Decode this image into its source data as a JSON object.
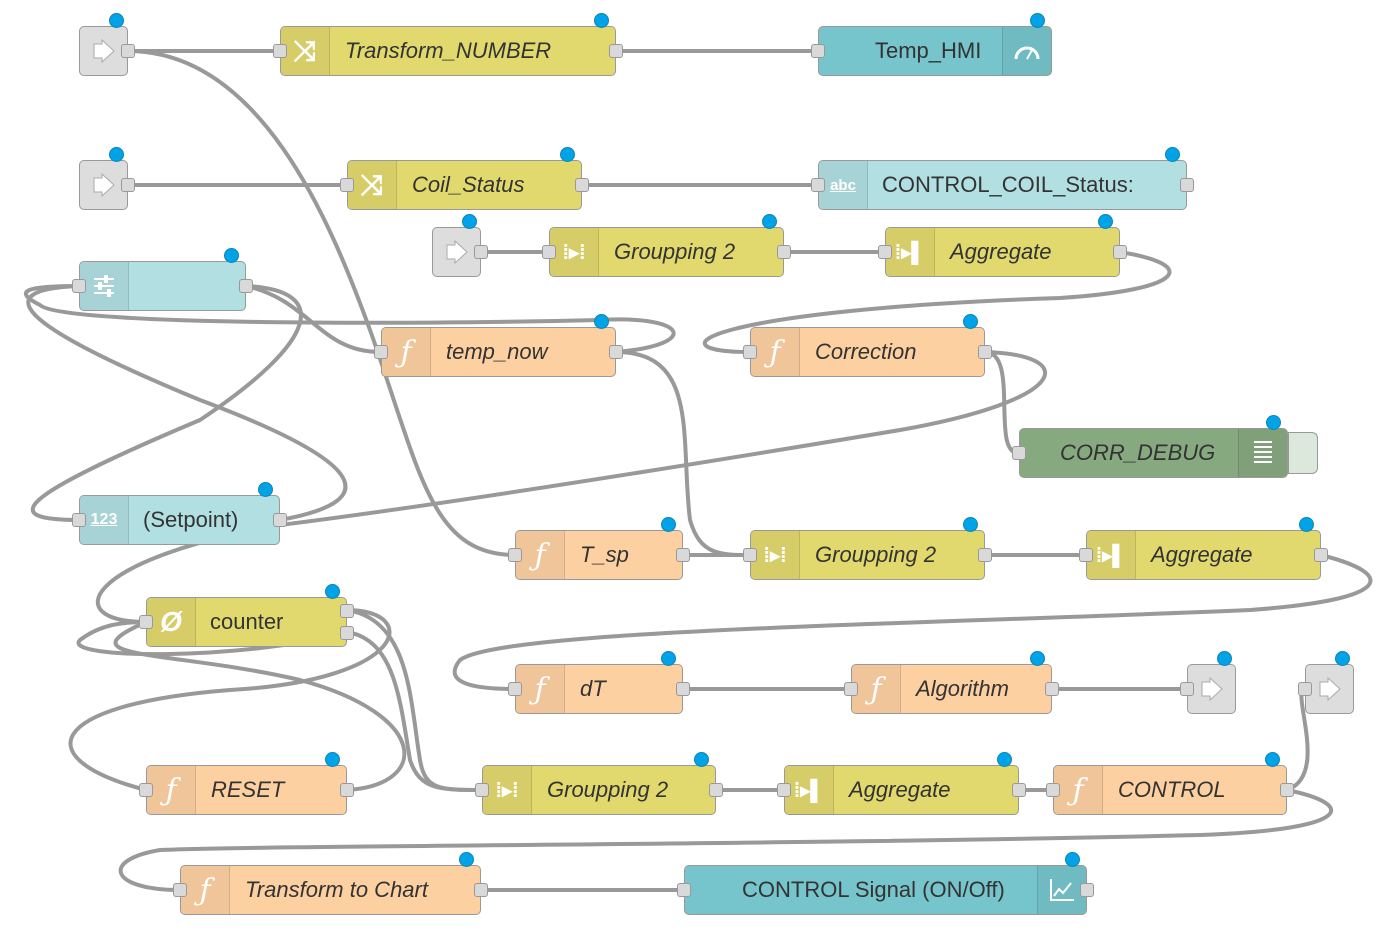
{
  "colors": {
    "change": "#e2d96e",
    "function": "#fdd0a2",
    "dashboard_dark": "#77c5cc",
    "dashboard_light": "#b1dfe2",
    "debug": "#87a980",
    "link": "#dddddd",
    "wire": "#999999",
    "status_dot": "#00a3e8"
  },
  "nodes": {
    "link1": {
      "label": "",
      "icon": "link-out-icon"
    },
    "transform_number": {
      "label": "Transform_NUMBER",
      "icon": "shuffle-icon"
    },
    "temp_hmi": {
      "label": "Temp_HMI",
      "icon": "gauge-icon"
    },
    "link2": {
      "label": "",
      "icon": "link-out-icon"
    },
    "coil_status": {
      "label": "Coil_Status",
      "icon": "shuffle-icon"
    },
    "control_coil_status": {
      "label": "CONTROL_COIL_Status:",
      "icon": "text-abc-icon"
    },
    "link3": {
      "label": "",
      "icon": "link-out-icon"
    },
    "groupping_a": {
      "label": "Groupping 2",
      "icon": "join-icon"
    },
    "aggregate_a": {
      "label": "Aggregate",
      "icon": "aggregate-icon"
    },
    "slider": {
      "label": "",
      "icon": "slider-icon"
    },
    "temp_now": {
      "label": "temp_now",
      "icon": "function-icon"
    },
    "correction": {
      "label": "Correction",
      "icon": "function-icon"
    },
    "corr_debug": {
      "label": "CORR_DEBUG",
      "icon": "list-icon"
    },
    "setpoint": {
      "label": "(Setpoint)",
      "icon": "numeric-123-icon"
    },
    "t_sp": {
      "label": "T_sp",
      "icon": "function-icon"
    },
    "groupping_b": {
      "label": "Groupping 2",
      "icon": "join-icon"
    },
    "aggregate_b": {
      "label": "Aggregate",
      "icon": "aggregate-icon"
    },
    "counter": {
      "label": "counter",
      "icon": "counter-icon"
    },
    "dt": {
      "label": "dT",
      "icon": "function-icon"
    },
    "algorithm": {
      "label": "Algorithm",
      "icon": "function-icon"
    },
    "link4": {
      "label": "",
      "icon": "link-out-icon"
    },
    "link5": {
      "label": "",
      "icon": "link-out-icon"
    },
    "reset": {
      "label": "RESET",
      "icon": "function-icon"
    },
    "groupping_c": {
      "label": "Groupping 2",
      "icon": "join-icon"
    },
    "aggregate_c": {
      "label": "Aggregate",
      "icon": "aggregate-icon"
    },
    "control": {
      "label": "CONTROL",
      "icon": "function-icon"
    },
    "transform_chart": {
      "label": "Transform to Chart",
      "icon": "function-icon"
    },
    "control_signal": {
      "label": "CONTROL Signal (ON/Off)",
      "icon": "chart-icon"
    }
  }
}
